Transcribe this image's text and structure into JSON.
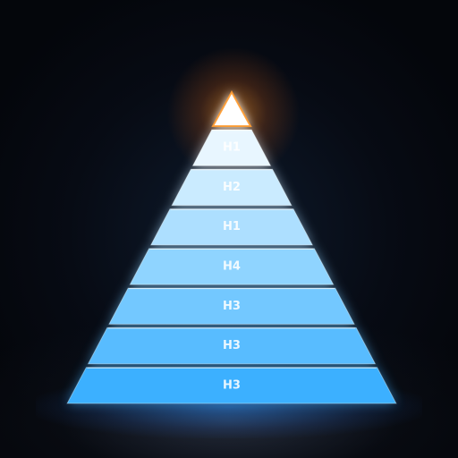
{
  "pyramid": {
    "tiers": [
      {
        "label": "H1"
      },
      {
        "label": "H2"
      },
      {
        "label": "H1"
      },
      {
        "label": "H4"
      },
      {
        "label": "H3"
      },
      {
        "label": "H3"
      },
      {
        "label": "H3"
      }
    ]
  },
  "colors": {
    "background": "#05080f",
    "tier_top": "#e8f6ff",
    "tier_mid": "#8fd4ff",
    "tier_bottom": "#3cb0ff",
    "apex": "#ffffff",
    "apex_glow": "#ff9a2e"
  }
}
